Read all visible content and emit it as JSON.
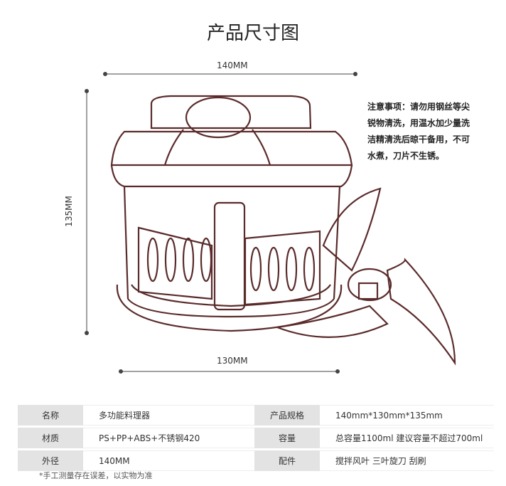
{
  "title": "产品尺寸图",
  "dimensions": {
    "width_top": "140MM",
    "height": "135MM",
    "width_bottom": "130MM"
  },
  "note": "注意事项：请勿用钢丝等尖锐物清洗，用温水加少量洗洁精清洗后晾干备用，不可水煮，刀片不生锈。",
  "specs": [
    {
      "label1": "名称",
      "value1": "多功能料理器",
      "label2": "产品规格",
      "value2": "140mm*130mm*135mm"
    },
    {
      "label1": "材质",
      "value1": "PS+PP+ABS+不锈钢420",
      "label2": "容量",
      "value2": "总容量1100ml 建议容量不超过700ml"
    },
    {
      "label1": "外径",
      "value1": "140MM",
      "label2": "配件",
      "value2": "搅拌风叶 三叶旋刀 刮刷"
    }
  ],
  "footnote": "*手工测量存在误差，以实物为准",
  "colors": {
    "outline": "#5b2b2b",
    "header_cell": "#e3e3e3"
  }
}
